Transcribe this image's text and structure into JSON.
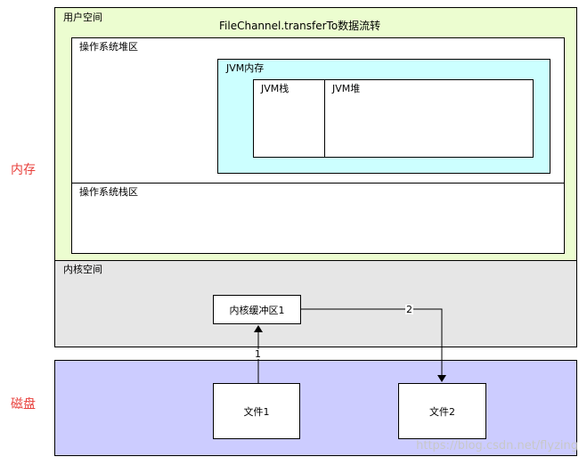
{
  "side_labels": {
    "memory": "内存",
    "disk": "磁盘"
  },
  "user_space": {
    "label": "用户空间",
    "title": "FileChannel.transferTo数据流转"
  },
  "os_heap": {
    "label": "操作系统堆区"
  },
  "jvm_memory": {
    "label": "JVM内存",
    "stack": "JVM栈",
    "heap": "JVM堆"
  },
  "os_stack": {
    "label": "操作系统栈区"
  },
  "kernel_space": {
    "label": "内核空间",
    "buffer": "内核缓冲区1"
  },
  "files": {
    "file1": "文件1",
    "file2": "文件2"
  },
  "flow_steps": {
    "step1": "1",
    "step2": "2"
  },
  "watermark": "https://blog.csdn.net/flyzing",
  "colors": {
    "user_space": "#ecfdd0",
    "jvm_memory": "#ccffff",
    "kernel_space": "#e6e6e6",
    "disk": "#ccccff",
    "side_label": "#e8403c"
  }
}
